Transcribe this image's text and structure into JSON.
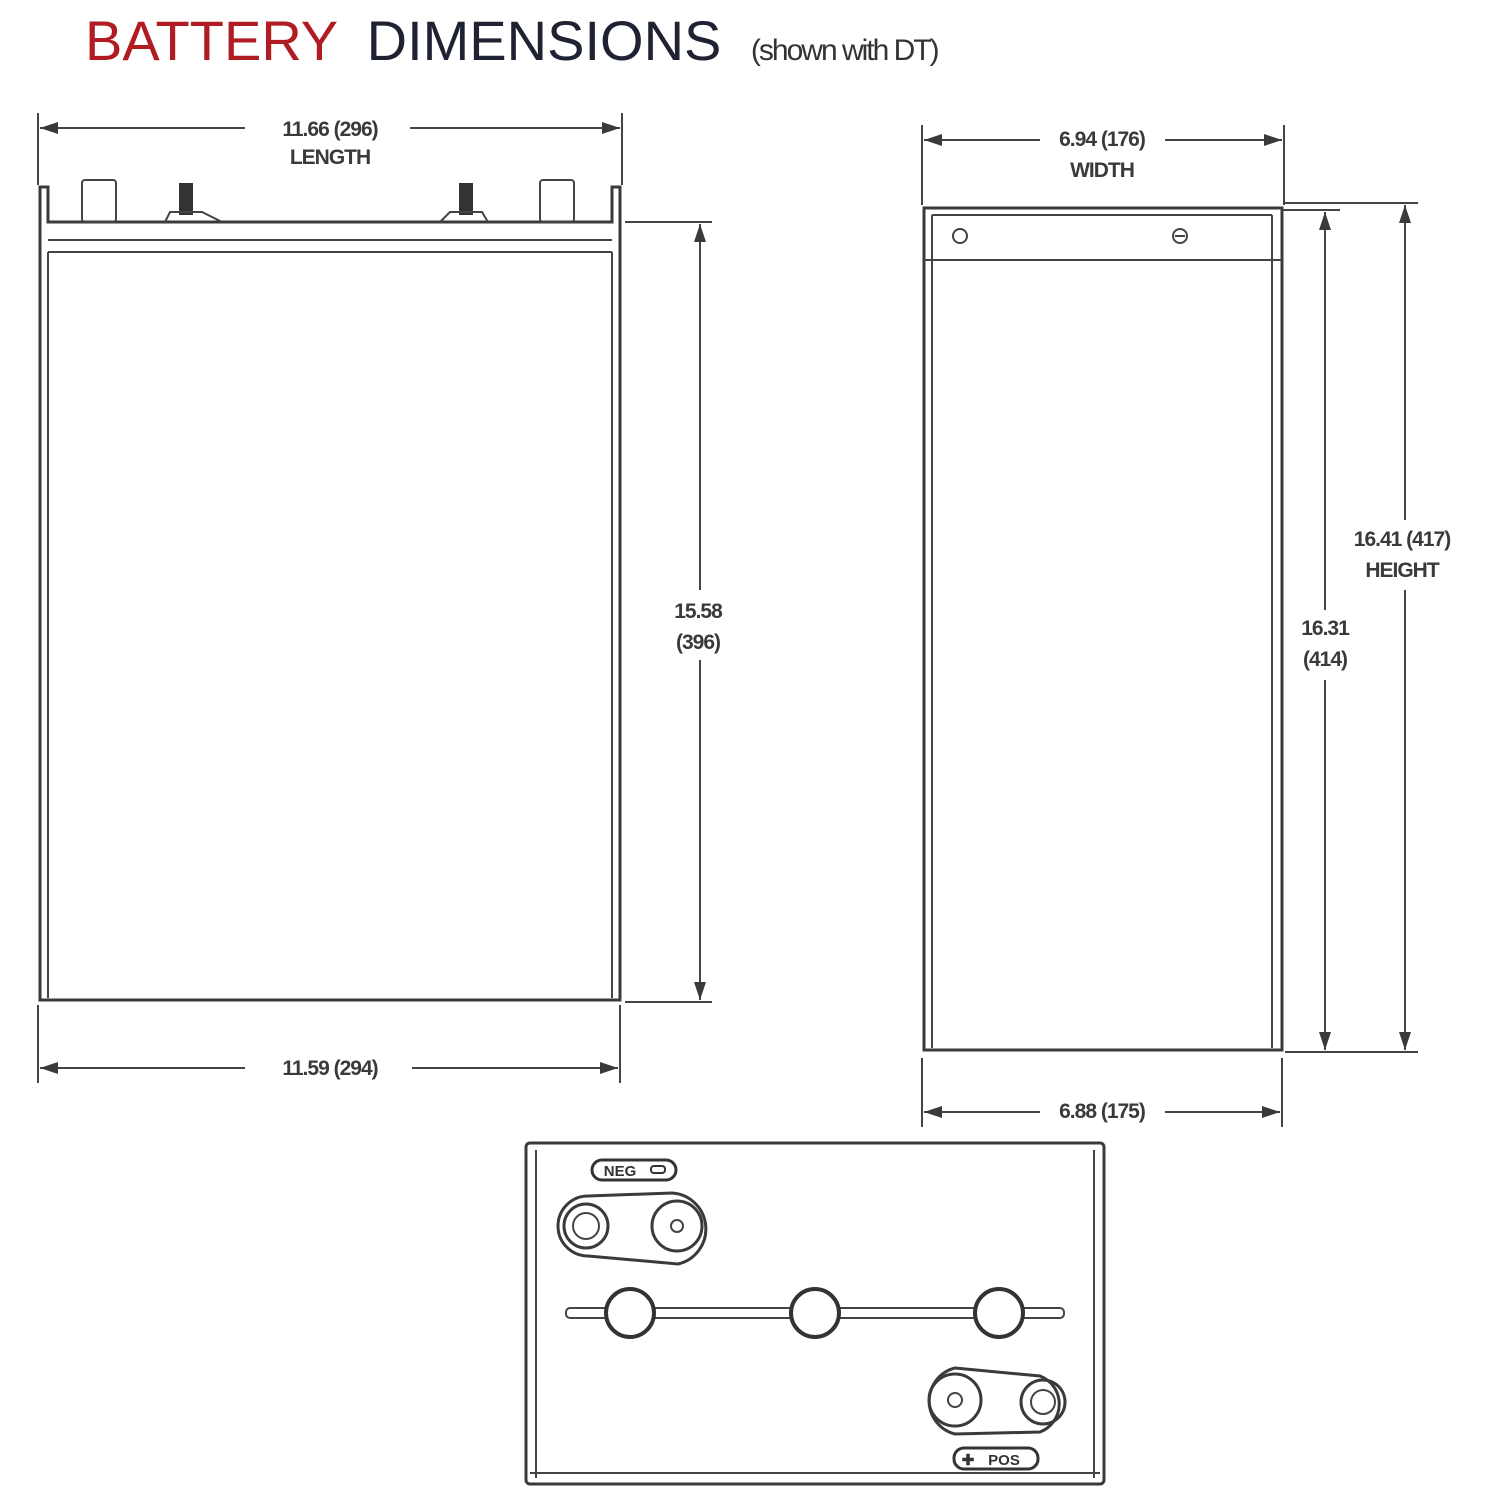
{
  "title": {
    "part1": "BATTERY",
    "part2": "DIMENSIONS",
    "note": "(shown with DT)",
    "accent_color": "#b01c22",
    "dark_color": "#1f2233"
  },
  "front_view": {
    "length_top": "11.66 (296)",
    "length_label": "LENGTH",
    "height_value": "15.58",
    "height_metric": "(396)",
    "length_bottom": "11.59 (294)"
  },
  "side_view": {
    "width_top": "6.94 (176)",
    "width_label": "WIDTH",
    "height_total": "16.41 (417)",
    "height_label": "HEIGHT",
    "height_body_value": "16.31",
    "height_body_metric": "(414)",
    "width_bottom": "6.88 (175)"
  },
  "top_view": {
    "neg_label": "NEG",
    "pos_label": "POS"
  }
}
